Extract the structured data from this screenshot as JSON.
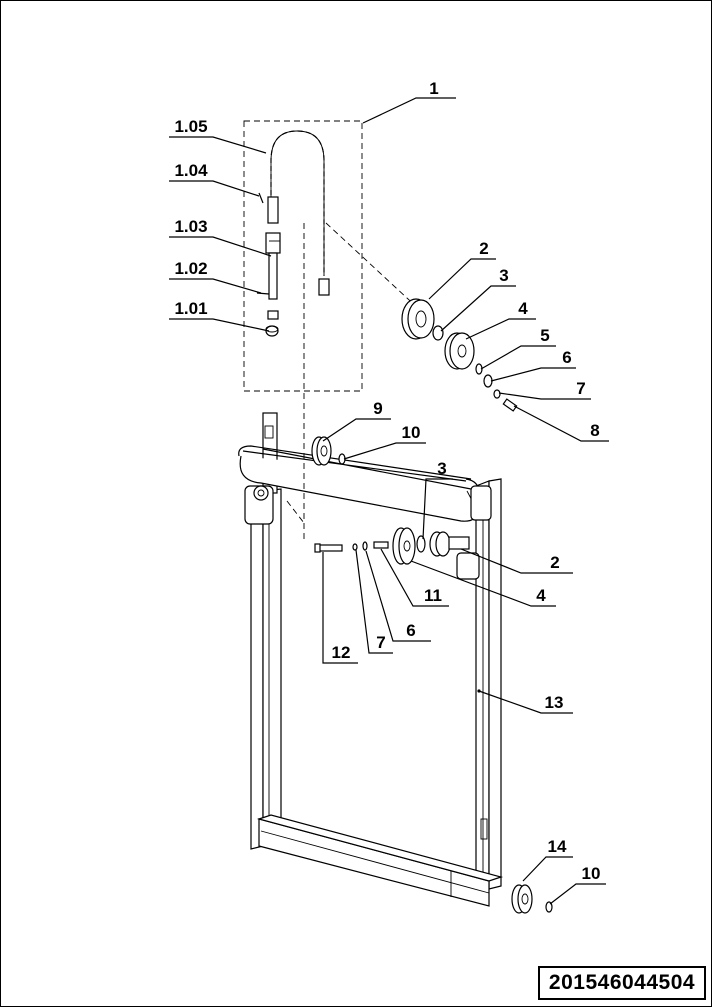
{
  "callouts": {
    "c1": "1",
    "c105": "1.05",
    "c104": "1.04",
    "c103": "1.03",
    "c102": "1.02",
    "c101": "1.01",
    "c2a": "2",
    "c3a": "3",
    "c4a": "4",
    "c5": "5",
    "c6a": "6",
    "c7a": "7",
    "c8": "8",
    "c9": "9",
    "c10a": "10",
    "c3b": "3",
    "c2b": "2",
    "c11": "11",
    "c4b": "4",
    "c6b": "6",
    "c7b": "7",
    "c12": "12",
    "c13": "13",
    "c14": "14",
    "c10b": "10"
  },
  "drawing_number": "201546044504"
}
